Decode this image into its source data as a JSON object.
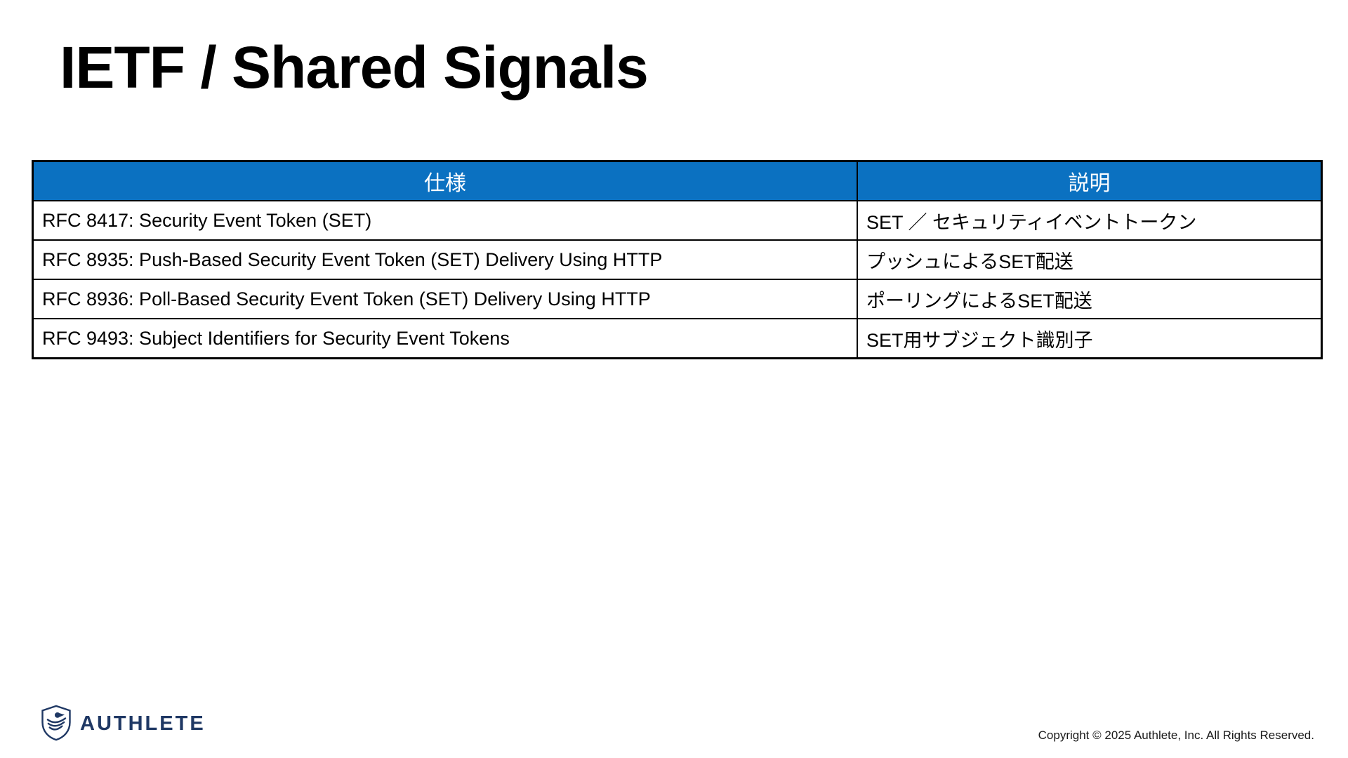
{
  "title": "IETF / Shared Signals",
  "table": {
    "headers": [
      "仕様",
      "説明"
    ],
    "rows": [
      [
        "RFC 8417: Security Event Token (SET)",
        "SET ／ セキュリティイベントトークン"
      ],
      [
        "RFC 8935: Push-Based Security Event Token (SET) Delivery Using HTTP",
        "プッシュによるSET配送"
      ],
      [
        "RFC 8936: Poll-Based Security Event Token (SET) Delivery Using HTTP",
        "ポーリングによるSET配送"
      ],
      [
        "RFC 9493: Subject Identifiers for Security Event Tokens",
        "SET用サブジェクト識別子"
      ]
    ]
  },
  "footer": {
    "logo_text": "AUTHLETE",
    "copyright": "Copyright © 2025 Authlete, Inc. All Rights Reserved."
  },
  "colors": {
    "header_bg": "#0b71c1",
    "header_text": "#ffffff",
    "border": "#000000",
    "logo": "#1f3864"
  }
}
